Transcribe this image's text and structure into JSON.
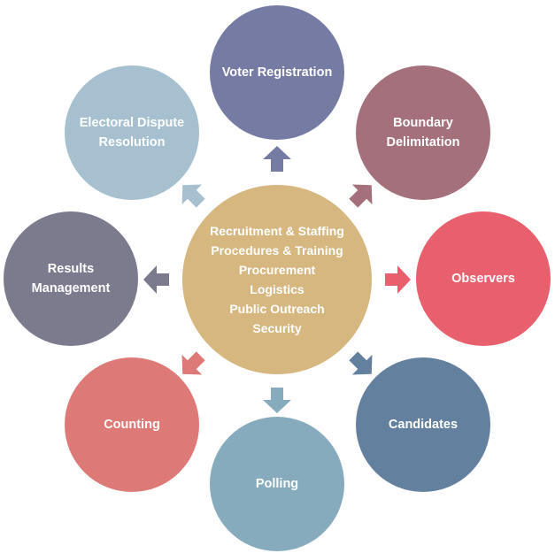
{
  "center": {
    "color": "#d6b77f",
    "items": [
      "Recruitment & Staffing",
      "Procedures & Training",
      "Procurement",
      "Logistics",
      "Public Outreach",
      "Security"
    ]
  },
  "nodes": [
    {
      "id": "voter-registration",
      "lines": [
        "Voter Registration"
      ],
      "color": "#757ba3"
    },
    {
      "id": "boundary-delimitation",
      "lines": [
        "Boundary",
        "Delimitation"
      ],
      "color": "#a4707c"
    },
    {
      "id": "observers",
      "lines": [
        "Observers"
      ],
      "color": "#e8606d"
    },
    {
      "id": "candidates",
      "lines": [
        "Candidates"
      ],
      "color": "#64809f"
    },
    {
      "id": "polling",
      "lines": [
        "Polling"
      ],
      "color": "#86abbd"
    },
    {
      "id": "counting",
      "lines": [
        "Counting"
      ],
      "color": "#dd7977"
    },
    {
      "id": "results-management",
      "lines": [
        "Results",
        "Management"
      ],
      "color": "#7c7a8d"
    },
    {
      "id": "electoral-dispute-resolution",
      "lines": [
        "Electoral Dispute",
        "Resolution"
      ],
      "color": "#a7c0cf"
    }
  ]
}
